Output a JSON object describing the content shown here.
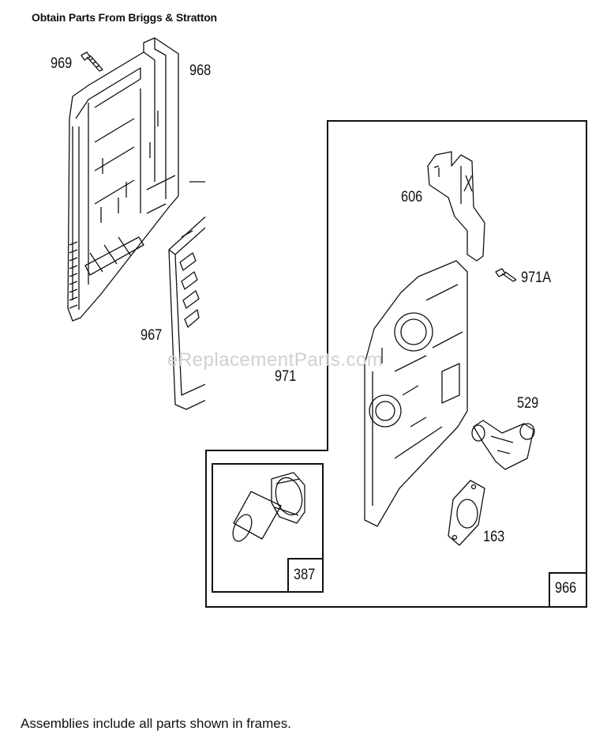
{
  "header": {
    "text": "Obtain Parts From Briggs & Stratton"
  },
  "footer": {
    "text": "Assemblies include all parts shown in frames."
  },
  "watermark": {
    "text": "eReplacementParts.com"
  },
  "parts": {
    "p969": "969",
    "p968": "968",
    "p967": "967",
    "p971": "971",
    "p606": "606",
    "p971a": "971A",
    "p529": "529",
    "p163": "163",
    "p387": "387",
    "p966": "966"
  },
  "colors": {
    "line": "#111111",
    "watermark": "#d0d0d0"
  }
}
